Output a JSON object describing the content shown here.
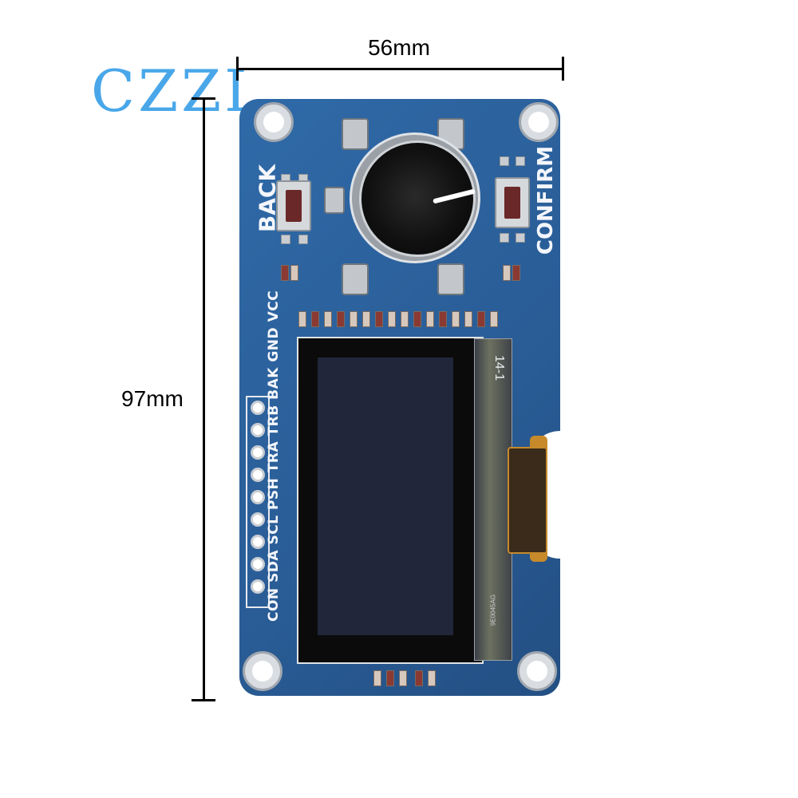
{
  "brand": {
    "watermark": "CZZL"
  },
  "dimensions": {
    "width_label": "56mm",
    "height_label": "97mm"
  },
  "board": {
    "button_left_label": "BACK",
    "button_right_label": "CONFIRM",
    "pin_labels": "CON SDA SCL PSH TRA TRB BAK GND VCC",
    "oled_code": "14-1",
    "oled_small_code": "9E0045AG"
  },
  "colors": {
    "pcb": "#2a5d97",
    "brand": "#3aa0e8",
    "silkscreen": "#f4f6fb"
  }
}
